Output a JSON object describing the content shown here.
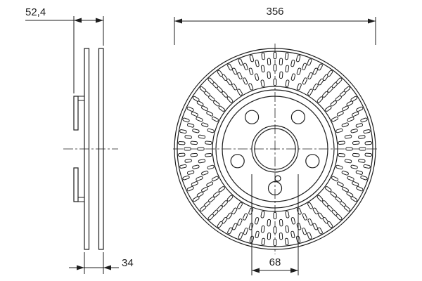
{
  "drawing": {
    "kind": "technical-drawing",
    "subject": "vented-brake-disc",
    "dim_labels": {
      "overall_thickness": "52,4",
      "outer_diameter": "356",
      "disc_thickness": "34",
      "bore_diameter": "68"
    },
    "colors": {
      "line": "#1d1d1d",
      "background": "#ffffff"
    }
  }
}
